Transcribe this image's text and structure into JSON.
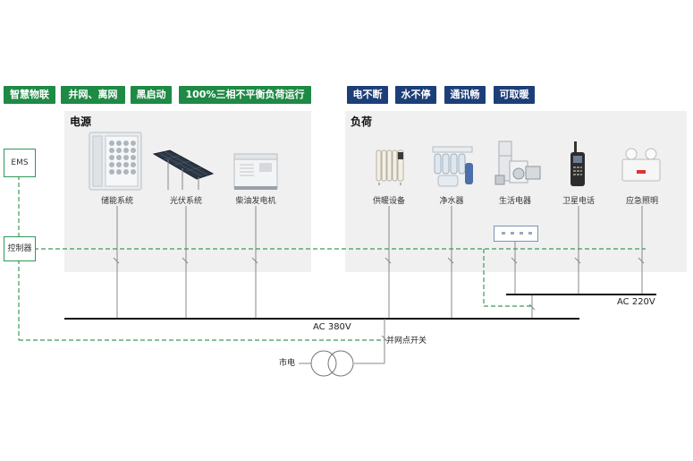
{
  "tags_left": [
    "智慧物联",
    "并网、离网",
    "黑启动",
    "100%三相不平衡负荷运行"
  ],
  "tags_right": [
    "电不断",
    "水不停",
    "通讯畅",
    "可取暖"
  ],
  "sources_panel": {
    "title": "电源",
    "devices": [
      {
        "label": "储能系统",
        "icon": "energy-storage-cabinet-icon"
      },
      {
        "label": "光伏系统",
        "icon": "solar-panel-icon"
      },
      {
        "label": "柴油发电机",
        "icon": "diesel-generator-icon"
      }
    ]
  },
  "loads_panel": {
    "title": "负荷",
    "devices": [
      {
        "label": "供暖设备",
        "icon": "oil-heater-icon"
      },
      {
        "label": "净水器",
        "icon": "water-purifier-icon"
      },
      {
        "label": "生活电器",
        "icon": "household-appliances-icon"
      },
      {
        "label": "卫星电话",
        "icon": "satellite-phone-icon"
      },
      {
        "label": "应急照明",
        "icon": "emergency-light-icon"
      }
    ]
  },
  "ems_label": "EMS",
  "controller_label": "控制器",
  "bus_380_label": "AC 380V",
  "bus_220_label": "AC 220V",
  "grid_switch_label": "并网点开关",
  "utility_label": "市电",
  "colors": {
    "green": "#1e8a45",
    "blue": "#1d3f78",
    "dash": "#3a9a5c",
    "panel": "#f0f0f0"
  }
}
